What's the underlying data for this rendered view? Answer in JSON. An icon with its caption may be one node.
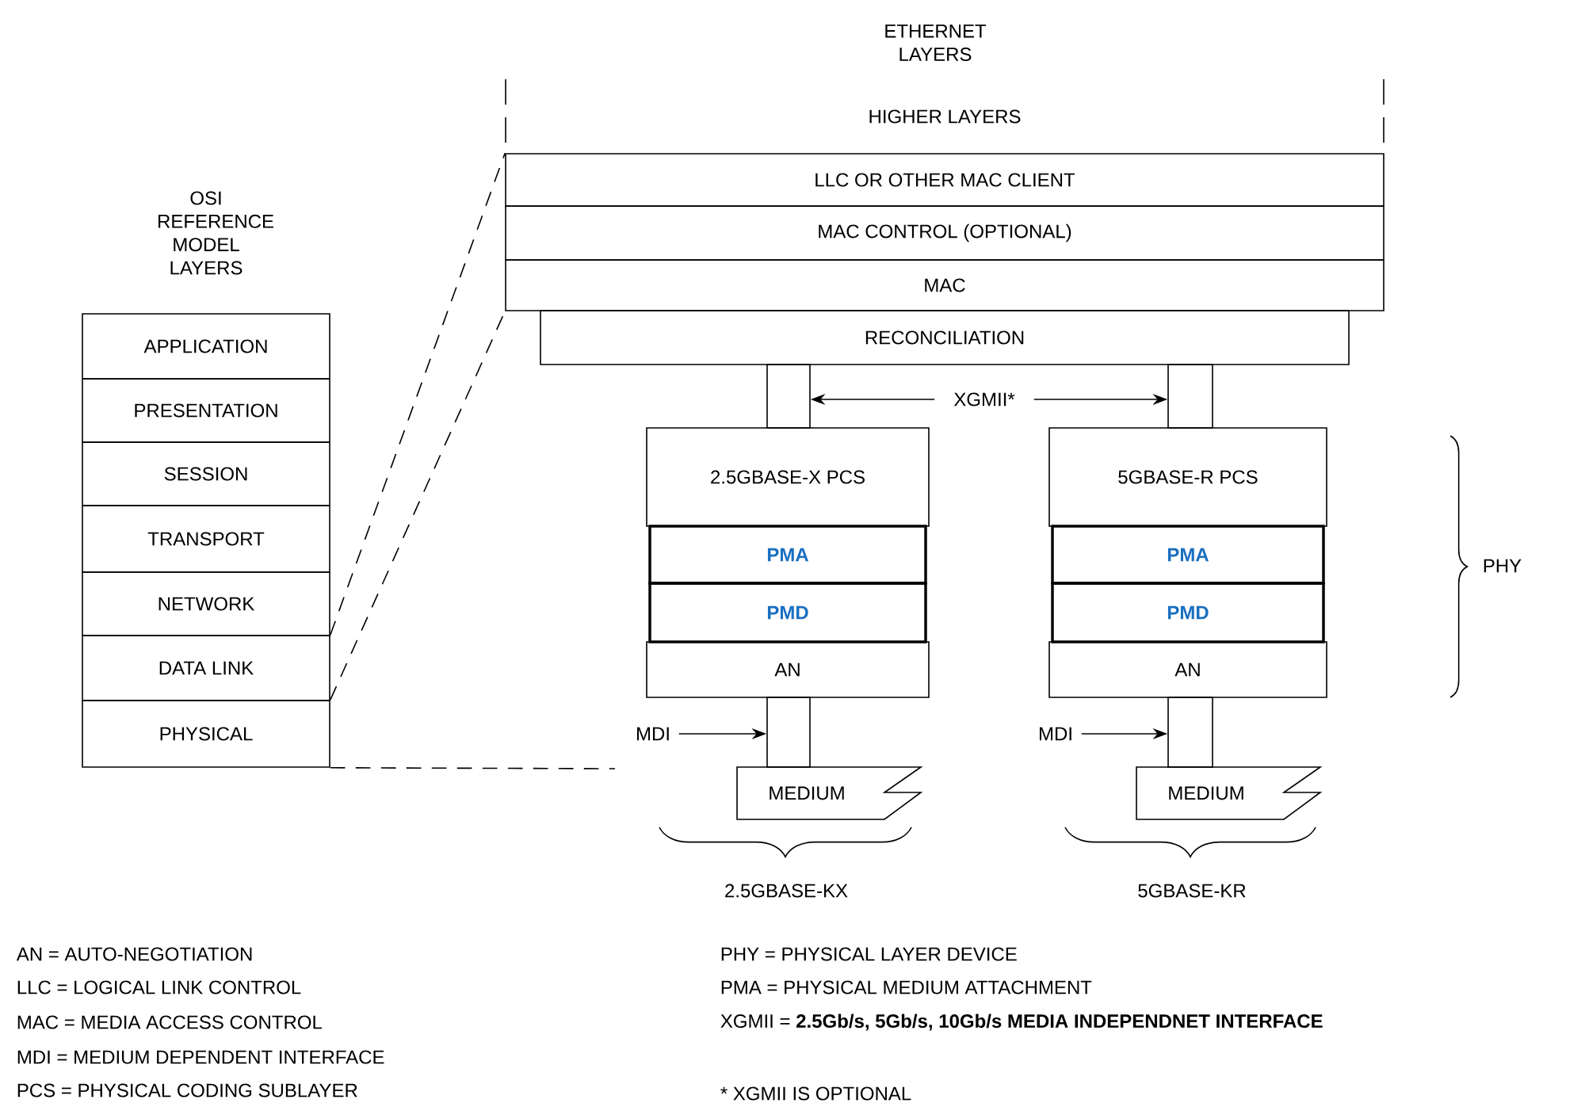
{
  "diagram": {
    "nodes": [
      {
        "text": [
          "APPLICATION"
        ]
      },
      {
        "text": [
          "PRESENTATION"
        ]
      },
      {
        "text": [
          "SESSION"
        ]
      },
      {
        "text": [
          "TRANSPORT"
        ]
      },
      {
        "text": [
          "NETWORK"
        ]
      },
      {
        "text": [
          "DATA LINK"
        ]
      },
      {
        "text": [
          "PHYSICAL"
        ]
      },
      {
        "text": [
          "HIGHER LAYERS"
        ]
      },
      {
        "text": [
          "LLC OR OTHER MAC CLIENT"
        ]
      },
      {
        "text": [
          "MAC CONTROL (OPTIONAL)"
        ]
      },
      {
        "text": [
          "MAC"
        ]
      },
      {
        "text": [
          "RECONCILIATION"
        ]
      },
      {
        "text": [],
        "shape": "bar"
      },
      {
        "text": [],
        "shape": "bar"
      },
      {
        "text": [
          "XGMII*"
        ]
      },
      {
        "text": [
          "2.5GBASE-X PCS"
        ]
      },
      {
        "text": [
          "PMA"
        ]
      },
      {
        "text": [
          "PMD"
        ]
      },
      {
        "text": [
          "AN"
        ]
      },
      {
        "text": [
          "5GBASE-R PCS"
        ]
      },
      {
        "text": [
          "PMA"
        ]
      },
      {
        "text": [
          "PMD"
        ]
      },
      {
        "text": [
          "AN"
        ]
      },
      {
        "text": [],
        "shape": "bar"
      },
      {
        "text": [],
        "shape": "bar"
      },
      {
        "text": [
          "MDI"
        ]
      },
      {
        "text": [
          "MDI"
        ]
      },
      {
        "text": [
          "MEDIUM"
        ]
      },
      {
        "text": [
          "MEDIUM"
        ]
      }
    ],
    "edges": [
      {
        "from": 14,
        "to": 12,
        "arrow": "to"
      },
      {
        "from": 14,
        "to": 13,
        "arrow": "to"
      },
      {
        "from": 25,
        "to": 23,
        "arrow": "to"
      },
      {
        "from": 26,
        "to": 24,
        "arrow": "to"
      },
      {
        "from": 5,
        "to": 8,
        "arrow": "none",
        "style": "dashed"
      },
      {
        "from": 6,
        "to": 10,
        "arrow": "none",
        "style": "dashed"
      },
      {
        "from": 6,
        "to": null,
        "arrow": "none",
        "style": "dashed"
      }
    ],
    "labels": [
      "ETHERNET LAYERS",
      "OSI REFERENCE MODEL LAYERS",
      "PHY",
      "2.5GBASE-KX",
      "5GBASE-KR",
      "AN = AUTO-NEGOTIATION",
      "LLC = LOGICAL LINK CONTROL",
      "MAC = MEDIA ACCESS CONTROL",
      "MDI = MEDIUM DEPENDENT INTERFACE",
      "PCS = PHYSICAL CODING SUBLAYER",
      "PHY = PHYSICAL LAYER DEVICE",
      "PMA = PHYSICAL MEDIUM ATTACHMENT",
      "XGMII = **2.5Gb/s, 5Gb/s, 10Gb/s MEDIA INDEPENDNET INTERFACE**",
      "* XGMII IS OPTIONAL"
    ]
  }
}
